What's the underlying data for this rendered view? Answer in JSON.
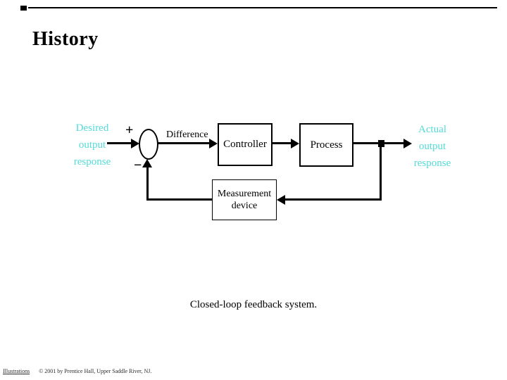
{
  "slide": {
    "title": "History",
    "caption": "Closed-loop feedback system.",
    "footer": {
      "label": "Illustrations",
      "copyright": "© 2001 by Prentice Hall, Upper Saddle River, NJ."
    }
  },
  "diagram": {
    "type": "block-diagram",
    "desired_lines": [
      "Desired",
      "output",
      "response"
    ],
    "actual_lines": [
      "Actual",
      "output",
      "response"
    ],
    "plus": "+",
    "minus": "−",
    "difference": "Difference",
    "controller": "Controller",
    "process": "Process",
    "measurement_lines": [
      "Measurement",
      "device"
    ],
    "colors": {
      "io_text": "#53dbd8",
      "ink": "#000000",
      "background": "#ffffff"
    }
  }
}
